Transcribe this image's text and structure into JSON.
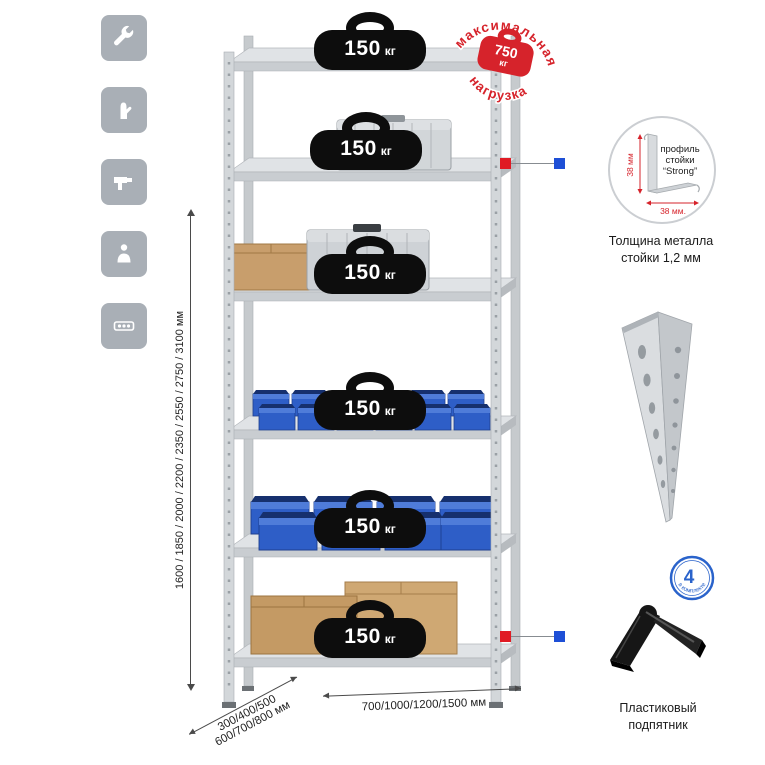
{
  "colors": {
    "accent_red": "#d6232b",
    "accent_blue": "#2a63cb",
    "tile_gray": "#a9afb6"
  },
  "sidebar": {
    "icons": [
      {
        "name": "wrench"
      },
      {
        "name": "gloves"
      },
      {
        "name": "drill"
      },
      {
        "name": "person"
      },
      {
        "name": "specs"
      }
    ]
  },
  "rack": {
    "shelves": [
      {
        "load": "150",
        "unit": "кг"
      },
      {
        "load": "150",
        "unit": "кг"
      },
      {
        "load": "150",
        "unit": "кг"
      },
      {
        "load": "150",
        "unit": "кг"
      },
      {
        "load": "150",
        "unit": "кг"
      },
      {
        "load": "150",
        "unit": "кг"
      }
    ]
  },
  "stamp": {
    "arc_top": "максимальная",
    "arc_bottom": "нагрузка",
    "value": "750",
    "unit": "кг"
  },
  "profile_detail": {
    "label_lines": [
      "профиль",
      "стойки",
      "“Strong”"
    ],
    "dim_vertical": "38 мм",
    "dim_horizontal": "38 мм.",
    "caption_line1": "Толщина металла",
    "caption_line2": "стойки 1,2 мм"
  },
  "foot_detail": {
    "badge_value": "4",
    "badge_text": "в комплекте",
    "caption_line1": "Пластиковый",
    "caption_line2": "подпятник"
  },
  "dimensions": {
    "height": "1600 / 1850 / 2000 / 2200 / 2350 / 2550 / 2750 / 3100 мм",
    "depth_line1": "300/400/500",
    "depth_line2": "600/700/800 мм",
    "width": "700/1000/1200/1500 мм"
  }
}
